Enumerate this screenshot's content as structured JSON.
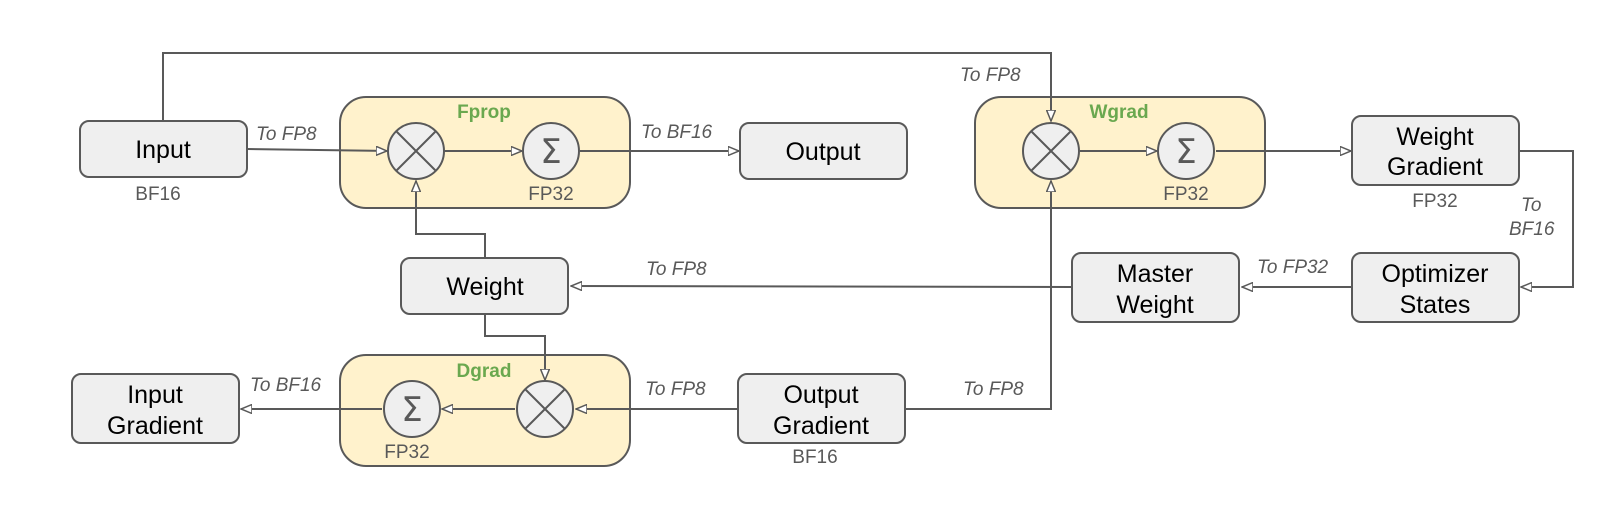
{
  "nodes": {
    "input": {
      "label": "Input",
      "dtype": "BF16"
    },
    "output": {
      "label": "Output"
    },
    "weight": {
      "label": "Weight"
    },
    "weight_gradient": {
      "lines": [
        "Weight",
        "Gradient"
      ],
      "dtype": "FP32"
    },
    "optimizer_states": {
      "lines": [
        "Optimizer",
        "States"
      ]
    },
    "master_weight": {
      "lines": [
        "Master",
        "Weight"
      ]
    },
    "output_gradient": {
      "lines": [
        "Output",
        "Gradient"
      ],
      "dtype": "BF16"
    },
    "input_gradient": {
      "lines": [
        "Input",
        "Gradient"
      ]
    }
  },
  "groups": {
    "fprop": {
      "title": "Fprop",
      "accum_dtype": "FP32"
    },
    "wgrad": {
      "title": "Wgrad",
      "accum_dtype": "FP32"
    },
    "dgrad": {
      "title": "Dgrad",
      "accum_dtype": "FP32"
    }
  },
  "ops": {
    "sum_symbol": "Σ",
    "multiply_icon": "circled-times-icon"
  },
  "casts": {
    "input_to_fprop": "To FP8",
    "fprop_to_output": "To BF16",
    "input_to_wgrad": "To FP8",
    "weight_gradient_to_optimizer": [
      "To",
      "BF16"
    ],
    "optimizer_to_master": "To FP32",
    "master_to_weight": "To FP8",
    "output_gradient_to_dgrad": "To FP8",
    "output_gradient_to_wgrad": "To FP8",
    "dgrad_to_input_gradient": "To BF16"
  },
  "colors": {
    "node_fill": "#efefef",
    "group_fill": "#fff2cc",
    "stroke": "#595959",
    "group_title": "#6aa84f"
  }
}
